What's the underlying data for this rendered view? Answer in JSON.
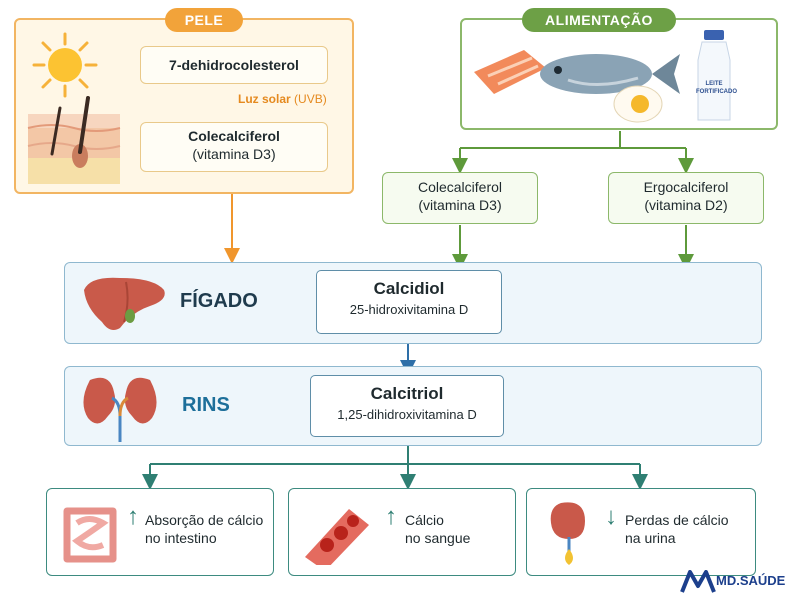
{
  "pele": {
    "tag": "PELE",
    "dehydro": "7-dehidrocolesterol",
    "uv_label": "Luz solar",
    "uv_unit": "(UVB)",
    "cole_title": "Colecalciferol",
    "cole_sub": "(vitamina D3)"
  },
  "alimentacao": {
    "tag": "ALIMENTAÇÃO",
    "milk_label_1": "LEITE",
    "milk_label_2": "FORTIFICADO",
    "cole_title": "Colecalciferol",
    "cole_sub": "(vitamina D3)",
    "ergo_title": "Ergocalciferol",
    "ergo_sub": "(vitamina D2)"
  },
  "figado": {
    "label": "FÍGADO",
    "title": "Calcidiol",
    "sub": "25-hidroxivitamina D"
  },
  "rins": {
    "label": "RINS",
    "title": "Calcitriol",
    "sub": "1,25-dihidroxivitamina D"
  },
  "efeitos": [
    {
      "arrow": "↑",
      "line1": "Absorção de cálcio",
      "line2": "no intestino"
    },
    {
      "arrow": "↑",
      "line1": "Cálcio",
      "line2": "no sangue"
    },
    {
      "arrow": "↓",
      "line1": "Perdas de cálcio",
      "line2": "na urina"
    }
  ],
  "logo": {
    "text": "MD.SAÚDE"
  },
  "colors": {
    "pele_accent": "#f2a33a",
    "alim_accent": "#6da046",
    "organ_band": "#eef6fb",
    "effect_teal": "#3d8b80",
    "flow_blue": "#2e6fa8"
  }
}
